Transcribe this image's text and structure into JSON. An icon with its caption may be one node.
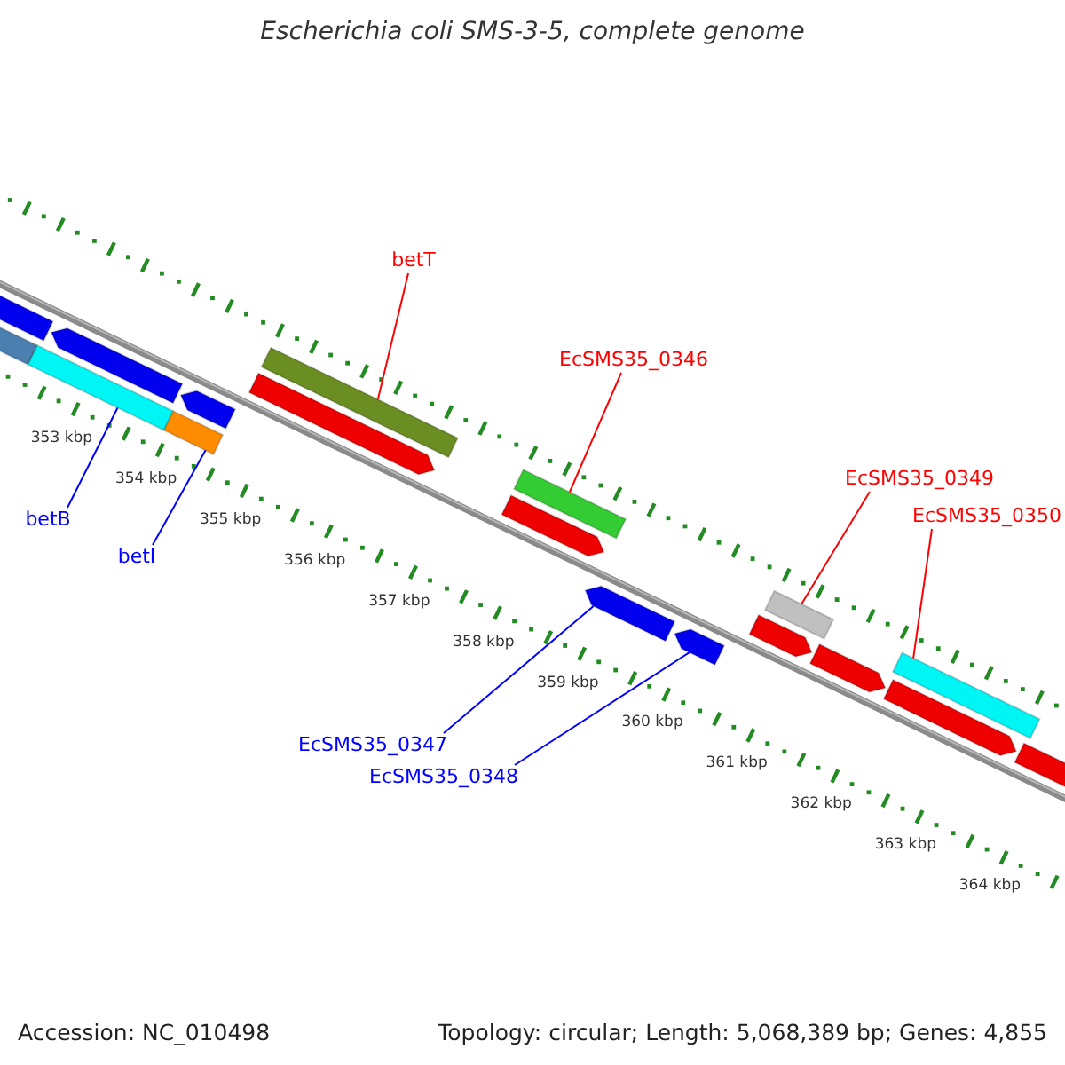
{
  "diagram": {
    "title": "Escherichia coli SMS-3-5, complete genome",
    "nodes": [
      {
        "text": [
          "betT"
        ]
      },
      {
        "text": [
          "EcSMS35_0346"
        ]
      },
      {
        "text": [
          "EcSMS35_0349"
        ]
      },
      {
        "text": [
          "EcSMS35_0350"
        ]
      },
      {
        "text": [
          "betB"
        ]
      },
      {
        "text": [
          "betI"
        ]
      },
      {
        "text": [
          "EcSMS35_0347"
        ]
      },
      {
        "text": [
          "EcSMS35_0348"
        ]
      },
      {
        "text": [],
        "shape": "pentagon"
      },
      {
        "text": [],
        "shape": "bar"
      },
      {
        "text": [],
        "shape": "bar"
      },
      {
        "text": [],
        "shape": "pentagon"
      },
      {
        "text": [],
        "shape": "bar"
      },
      {
        "text": [],
        "shape": "pentagon"
      },
      {
        "text": [],
        "shape": "bar"
      },
      {
        "text": [],
        "shape": "pentagon"
      },
      {
        "text": [],
        "shape": "bar"
      },
      {
        "text": [],
        "shape": "pentagon"
      },
      {
        "text": [],
        "shape": "pentagon"
      },
      {
        "text": [],
        "shape": "pentagon"
      },
      {
        "text": [],
        "shape": "pentagon"
      },
      {
        "text": [],
        "shape": "bar"
      },
      {
        "text": [],
        "shape": "pentagon"
      },
      {
        "text": [],
        "shape": "pentagon"
      },
      {
        "text": [],
        "shape": "bar"
      },
      {
        "text": [],
        "shape": "pentagon"
      }
    ],
    "edges": [
      {
        "from": 0,
        "to": 14,
        "arrow": "none",
        "color": "#ff0000"
      },
      {
        "from": 1,
        "to": 16,
        "arrow": "none",
        "color": "#ff0000"
      },
      {
        "from": 2,
        "to": 21,
        "arrow": "none",
        "color": "#ff0000"
      },
      {
        "from": 3,
        "to": 24,
        "arrow": "none",
        "color": "#ff0000"
      },
      {
        "from": 4,
        "to": 10,
        "arrow": "none",
        "color": "#0000ff"
      },
      {
        "from": 5,
        "to": 12,
        "arrow": "none",
        "color": "#0000ff"
      },
      {
        "from": 6,
        "to": 18,
        "arrow": "none",
        "color": "#0000ff"
      },
      {
        "from": 7,
        "to": 19,
        "arrow": "none",
        "color": "#0000ff"
      }
    ],
    "labels": [
      "353 kbp",
      "354 kbp",
      "355 kbp",
      "356 kbp",
      "357 kbp",
      "358 kbp",
      "359 kbp",
      "360 kbp",
      "361 kbp",
      "362 kbp",
      "363 kbp",
      "364 kbp",
      "Accession: NC_010498",
      "Topology: circular; Length: 5,068,389 bp; Genes: 4,855"
    ]
  }
}
